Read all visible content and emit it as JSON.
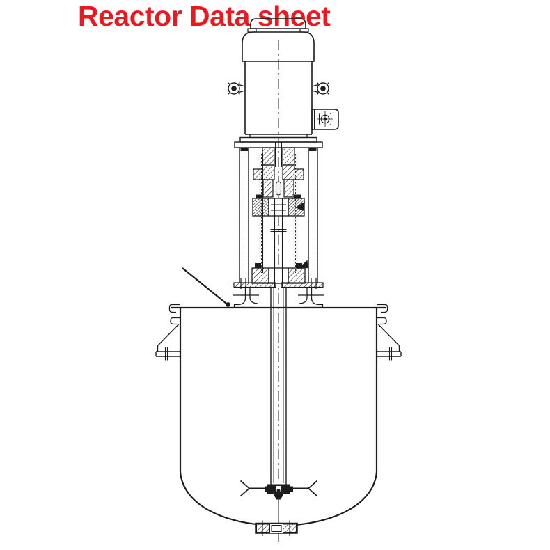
{
  "title": {
    "text": "Reactor Data sheet",
    "color": "#e8191f"
  },
  "diagram": {
    "type": "technical-drawing",
    "line_color": "#1c1c1c",
    "background": "#ffffff",
    "components": [
      "electric-motor",
      "motor-fan-cap",
      "lifting-eyebolt-left",
      "lifting-eyebolt-right",
      "terminal-box",
      "motor-base-flange",
      "drive-lantern",
      "lantern-column-left",
      "lantern-column-right",
      "shaft-coupling",
      "rigid-coupling",
      "mechanical-seal",
      "seal-gland-flange",
      "mounting-stand",
      "vessel-top-rim",
      "vessel-shell",
      "support-lug-left",
      "support-lug-right",
      "agitator-shaft-tube",
      "impeller",
      "dished-bottom-head",
      "bottom-outlet-nozzle",
      "vertical-centerline",
      "leader-line"
    ]
  }
}
